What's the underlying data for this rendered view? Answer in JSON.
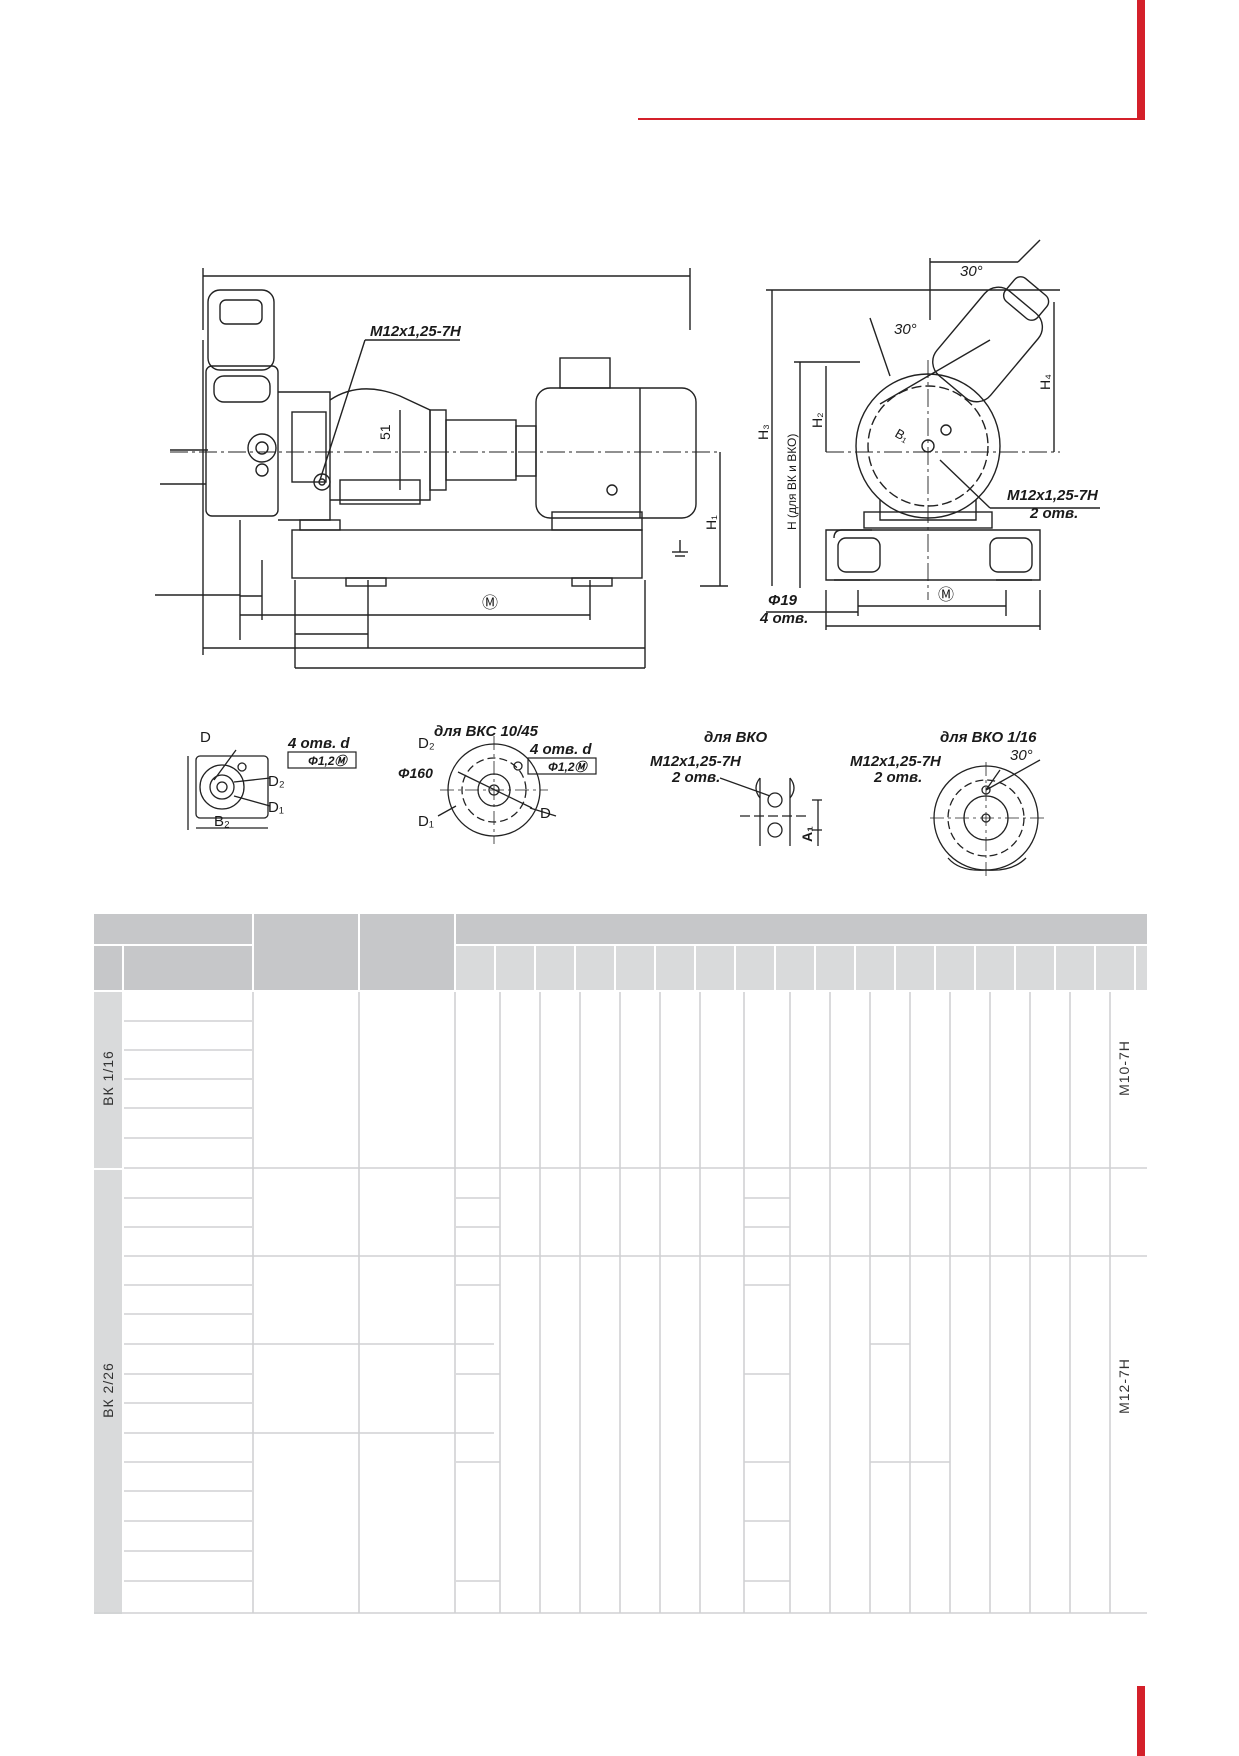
{
  "drawing": {
    "main_view": {
      "callout_thread": "M12x1,25-7H",
      "dim_51": "51",
      "dim_H1": "H₁",
      "dim_M": "Ⓜ"
    },
    "side_view": {
      "angle_top": "30°",
      "angle_inner": "30°",
      "dim_H3": "H₃",
      "dim_H": "H (для ВК и ВКО)",
      "dim_H2": "H₂",
      "dim_H4": "H₄",
      "dim_B1": "B₁",
      "callout_thread": "M12x1,25-7H",
      "callout_holes": "2 отв.",
      "foot_diam": "Φ19",
      "foot_holes": "4 отв.",
      "dim_M": "Ⓜ"
    },
    "detail1": {
      "label_D": "D",
      "label_holes": "4 отв. d",
      "tolerance": "Φ1,2Ⓜ",
      "label_D2": "D₂",
      "label_D1": "D₁",
      "label_B2": "B₂"
    },
    "detail2": {
      "title": "для ВКС 10/45",
      "label_D2": "D₂",
      "label_holes": "4 отв. d",
      "tolerance": "Φ1,2Ⓜ",
      "label_phi": "Φ160",
      "label_D1": "D₁",
      "label_D": "D"
    },
    "detail3": {
      "title": "для ВКО",
      "thread": "M12x1,25-7H",
      "holes": "2 отв.",
      "label_A": "A₁"
    },
    "detail4": {
      "title": "для ВКО 1/16",
      "thread": "M12x1,25-7H",
      "holes": "2 отв.",
      "angle": "30°"
    }
  },
  "table": {
    "group1": "ВК 1/16",
    "group1_thread": "M10-7H",
    "group2": "ВК 2/26",
    "group2_thread": "M12-7H"
  },
  "colors": {
    "accent": "#d4202a",
    "header_gray": "#c6c7c9",
    "line": "#222222"
  }
}
